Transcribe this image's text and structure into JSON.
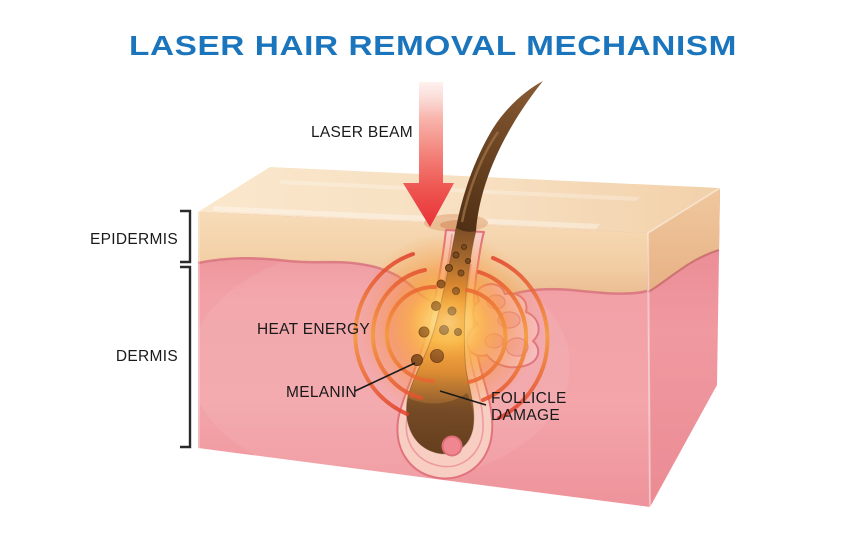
{
  "title": {
    "text": "LASER HAIR REMOVAL MECHANISM",
    "color": "#1B75BC"
  },
  "labels": {
    "laser_beam": "LASER BEAM",
    "epidermis": "EPIDERMIS",
    "dermis": "DERMIS",
    "heat_energy": "HEAT ENERGY",
    "melanin": "MELANIN",
    "follicle_damage": {
      "line1": "FOLLICLE",
      "line2": "DAMAGE"
    }
  },
  "colors": {
    "background": "#FFFFFF",
    "label_text": "#1A1A1A",
    "laser_arrow_red": "#E93138",
    "epidermis_top_face": "#F7DFC0",
    "epidermis_front_face": "#F2CDA3",
    "dermis_front_face": "#F09CA2",
    "dermis_right_face": "#EC8E97",
    "layer_boundary": "#D8737E",
    "hair_brown": "#6B4423",
    "follicle_glow_orange": "#F78F2D",
    "heat_wave_red": "#E4552F",
    "melanin_dot_brown": "#7A4A22",
    "sebaceous_gland_pink": "#F6BDC0",
    "papilla_pink": "#F0868F"
  }
}
